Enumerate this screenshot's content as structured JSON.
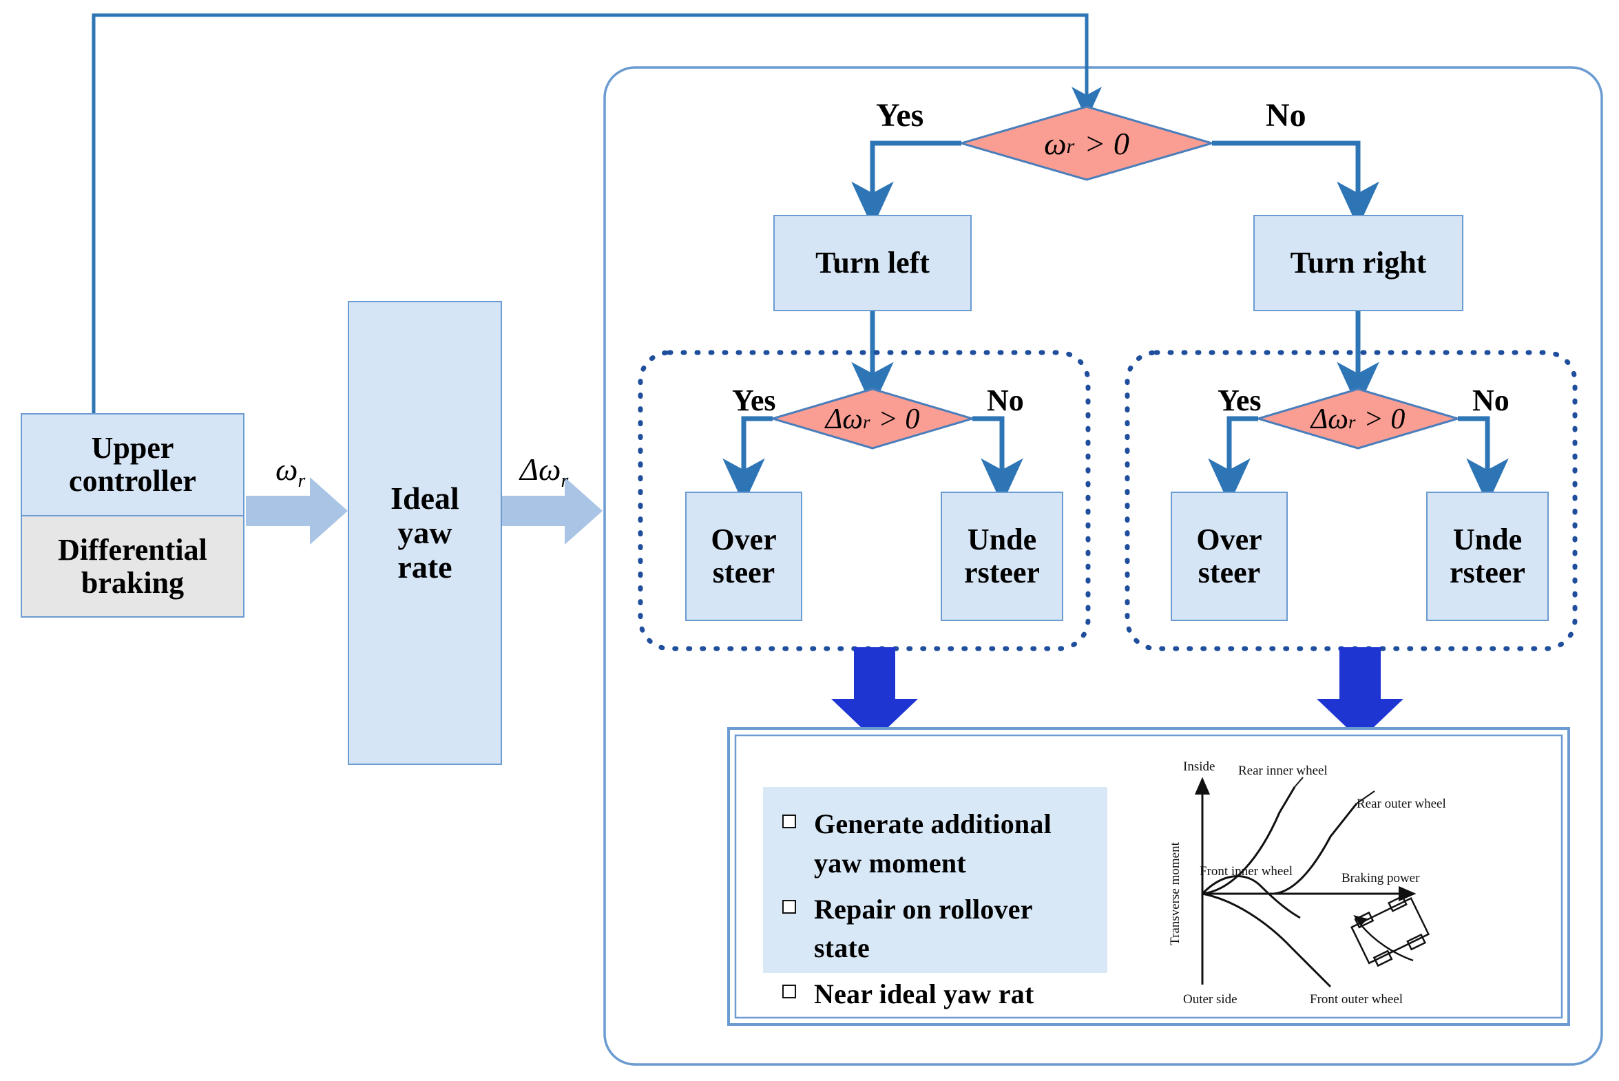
{
  "title": "Differential braking yaw control flowchart",
  "colors": {
    "box_fill": "#d6e5f5",
    "box_border": "#6a9bd1",
    "gray_fill": "#e6e6e6",
    "diamond_fill": "#fa9e94",
    "diamond_border": "#4a7ebb",
    "connector_blue": "#2e75b6",
    "big_arrow_blue": "#1e35d2",
    "fat_arrow_fill": "#a9c4e4",
    "result_panel_fill": "#d9e8f7"
  },
  "controller": {
    "upper_label": "Upper\ncontroller",
    "lower_label": "Differential\nbraking"
  },
  "ideal": {
    "label": "Ideal\nyaw\nrate"
  },
  "signals": {
    "omega_r": "ω",
    "omega_r_sub": "r",
    "delta_omega_r": "Δω",
    "delta_omega_r_sub": "r"
  },
  "decisions": {
    "top": {
      "condition": "ω_r > 0",
      "cond_main": "ω",
      "cond_sub": "r",
      "cond_tail": "> 0",
      "yes_label": "Yes",
      "no_label": "No"
    },
    "left_group": {
      "condition": "Δω_r > 0",
      "cond_delta": "Δω",
      "cond_sub": "r",
      "cond_tail": "> 0",
      "yes_label": "Yes",
      "no_label": "No"
    },
    "right_group": {
      "condition": "Δω_r > 0",
      "cond_delta": "Δω",
      "cond_sub": "r",
      "cond_tail": "> 0",
      "yes_label": "Yes",
      "no_label": "No"
    }
  },
  "branches": {
    "turn_left": "Turn left",
    "turn_right": "Turn right",
    "left_over": "Over\nsteer",
    "left_under": "Unde\nrsteer",
    "right_over": "Over\nsteer",
    "right_under": "Unde\nrsteer"
  },
  "result": {
    "bullets": [
      "Generate  additional yaw moment",
      "Repair on rollover state",
      "Near ideal yaw rat"
    ]
  },
  "chart_data": {
    "type": "line",
    "title": "",
    "xlabel": "Braking power",
    "ylabel": "Transverse moment",
    "axis_notes": {
      "y_top": "Inside",
      "y_bottom": "Outer side"
    },
    "annotations": [
      "Rear inner wheel",
      "Rear outer wheel",
      "Front inner wheel",
      "Braking power",
      "Front outer wheel",
      "Inside",
      "Outer side",
      "Transverse moment"
    ],
    "series": [
      {
        "name": "Rear inner wheel",
        "trend": "rising-convex-positive"
      },
      {
        "name": "Rear outer wheel",
        "trend": "rising-convex-positive-delayed"
      },
      {
        "name": "Front inner wheel",
        "trend": "small-positive-hump-then-negative"
      },
      {
        "name": "Front outer wheel",
        "trend": "falling-concave-negative"
      }
    ],
    "grid": false,
    "legend": "inline-annotations"
  }
}
